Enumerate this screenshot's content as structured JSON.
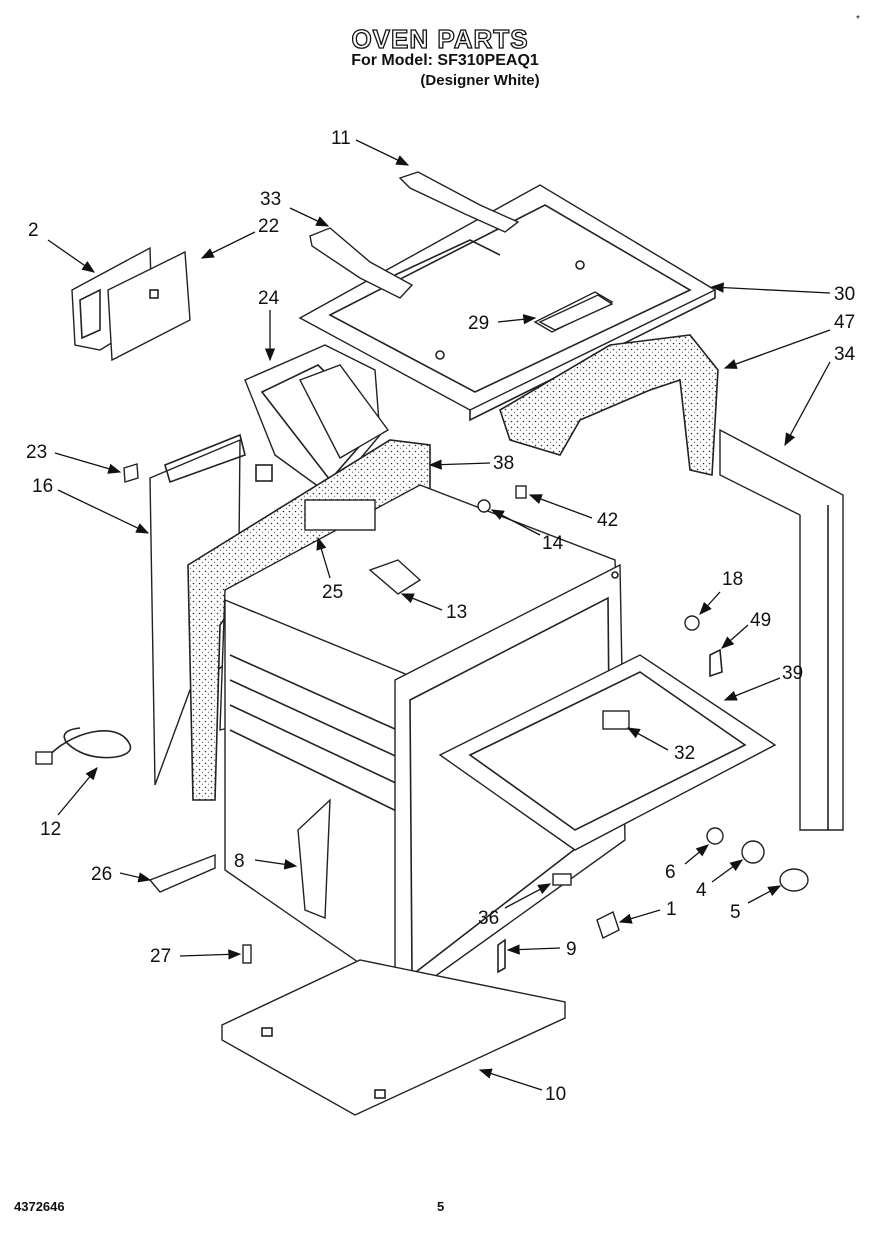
{
  "header": {
    "title": "OVEN PARTS",
    "model_line": "For Model: SF310PEAQ1",
    "color_line": "(Designer White)"
  },
  "footer": {
    "doc_number": "4372646",
    "page_number": "5",
    "corner_mark": "*"
  },
  "callouts": [
    "11",
    "33",
    "2",
    "22",
    "24",
    "30",
    "47",
    "34",
    "29",
    "23",
    "16",
    "38",
    "42",
    "14",
    "25",
    "13",
    "18",
    "49",
    "39",
    "32",
    "12",
    "8",
    "26",
    "6",
    "4",
    "5",
    "36",
    "1",
    "27",
    "9",
    "10"
  ]
}
